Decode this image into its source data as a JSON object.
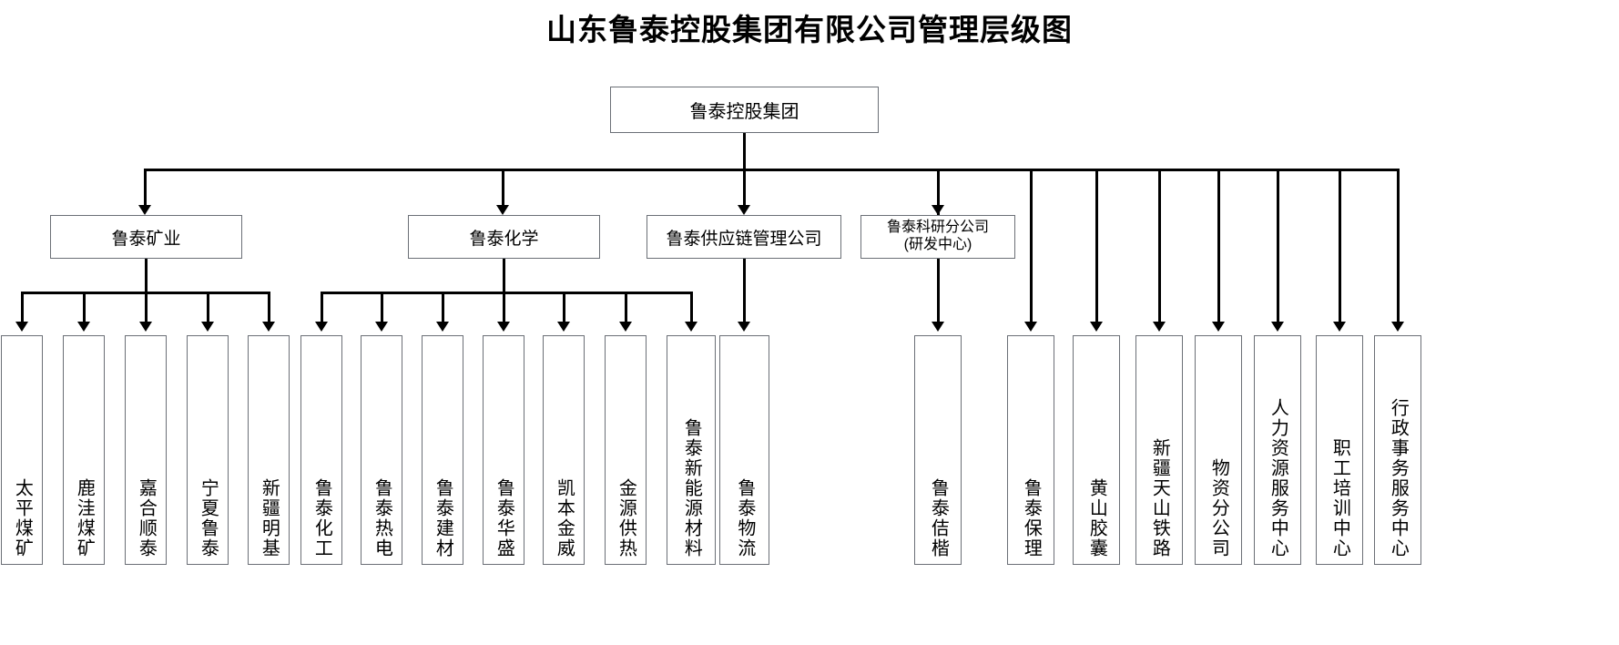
{
  "chart_data": {
    "type": "diagram",
    "diagram_type": "organization-chart",
    "title": "山东鲁泰控股集团有限公司管理层级图",
    "nodes": [
      {
        "id": "root",
        "label": "鲁泰控股集团",
        "level": 0
      },
      {
        "id": "mining",
        "label": "鲁泰矿业",
        "level": 1,
        "parent": "root"
      },
      {
        "id": "chemical",
        "label": "鲁泰化学",
        "level": 1,
        "parent": "root"
      },
      {
        "id": "supplychain",
        "label": "鲁泰供应链管理公司",
        "level": 1,
        "parent": "root"
      },
      {
        "id": "research",
        "label": "鲁泰科研分公司",
        "label2": "(研发中心)",
        "level": 1,
        "parent": "root"
      },
      {
        "id": "l1",
        "label": "太平煤矿",
        "level": 2,
        "parent": "mining"
      },
      {
        "id": "l2",
        "label": "鹿洼煤矿",
        "level": 2,
        "parent": "mining"
      },
      {
        "id": "l3",
        "label": "嘉合顺泰",
        "level": 2,
        "parent": "mining"
      },
      {
        "id": "l4",
        "label": "宁夏鲁泰",
        "level": 2,
        "parent": "mining"
      },
      {
        "id": "l5",
        "label": "新疆明基",
        "level": 2,
        "parent": "mining"
      },
      {
        "id": "l6",
        "label": "鲁泰化工",
        "level": 2,
        "parent": "chemical"
      },
      {
        "id": "l7",
        "label": "鲁泰热电",
        "level": 2,
        "parent": "chemical"
      },
      {
        "id": "l8",
        "label": "鲁泰建材",
        "level": 2,
        "parent": "chemical"
      },
      {
        "id": "l9",
        "label": "鲁泰华盛",
        "level": 2,
        "parent": "chemical"
      },
      {
        "id": "l10",
        "label": "凯本金威",
        "level": 2,
        "parent": "chemical"
      },
      {
        "id": "l11",
        "label": "金源供热",
        "level": 2,
        "parent": "chemical"
      },
      {
        "id": "l12",
        "label": "鲁泰新能源材料",
        "level": 2,
        "parent": "chemical"
      },
      {
        "id": "l13",
        "label": "鲁泰物流",
        "level": 2,
        "parent": "supplychain"
      },
      {
        "id": "l14",
        "label": "鲁泰佶楷",
        "level": 1,
        "parent": "root"
      },
      {
        "id": "l15",
        "label": "鲁泰保理",
        "level": 1,
        "parent": "root"
      },
      {
        "id": "l16",
        "label": "黄山胶囊",
        "level": 1,
        "parent": "root"
      },
      {
        "id": "l17",
        "label": "新疆天山铁路",
        "level": 1,
        "parent": "root"
      },
      {
        "id": "l18",
        "label": "物资分公司",
        "level": 1,
        "parent": "root"
      },
      {
        "id": "l19",
        "label": "人力资源服务中心",
        "level": 1,
        "parent": "root"
      },
      {
        "id": "l20",
        "label": "职工培训中心",
        "level": 1,
        "parent": "root"
      },
      {
        "id": "l21",
        "label": "行政事务服务中心",
        "level": 1,
        "parent": "root"
      }
    ],
    "colors": {
      "box_border": "#6b6f76",
      "connector": "#000000",
      "background": "#ffffff",
      "text": "#000000"
    }
  },
  "title": "山东鲁泰控股集团有限公司管理层级图",
  "root": {
    "label": "鲁泰控股集团"
  },
  "divisions": [
    {
      "label": "鲁泰矿业"
    },
    {
      "label": "鲁泰化学"
    },
    {
      "label": "鲁泰供应链管理公司"
    },
    {
      "label": "鲁泰科研分公司",
      "label2": "(研发中心)"
    }
  ],
  "mining_children": [
    {
      "label": "太平煤矿"
    },
    {
      "label": "鹿洼煤矿"
    },
    {
      "label": "嘉合顺泰"
    },
    {
      "label": "宁夏鲁泰"
    },
    {
      "label": "新疆明基"
    }
  ],
  "chemical_children": [
    {
      "label": "鲁泰化工"
    },
    {
      "label": "鲁泰热电"
    },
    {
      "label": "鲁泰建材"
    },
    {
      "label": "鲁泰华盛"
    },
    {
      "label": "凯本金威"
    },
    {
      "label": "金源供热"
    },
    {
      "label": "鲁泰新能源材料"
    }
  ],
  "supplychain_children": [
    {
      "label": "鲁泰物流"
    }
  ],
  "direct_children": [
    {
      "label": "鲁泰佶楷"
    },
    {
      "label": "鲁泰保理"
    },
    {
      "label": "黄山胶囊"
    },
    {
      "label": "新疆天山铁路"
    },
    {
      "label": "物资分公司"
    },
    {
      "label": "人力资源服务中心"
    },
    {
      "label": "职工培训中心"
    },
    {
      "label": "行政事务服务中心"
    }
  ]
}
